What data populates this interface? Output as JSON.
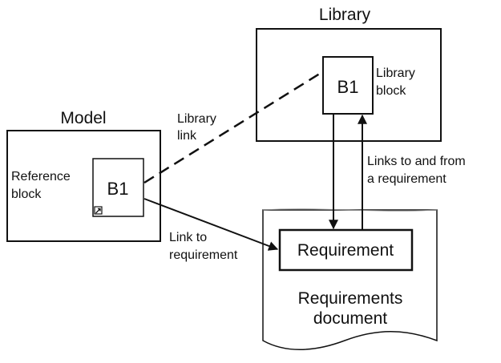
{
  "library": {
    "title": "Library",
    "block_name": "B1",
    "block_label": [
      "Library",
      "block"
    ]
  },
  "model": {
    "title": "Model",
    "block_name": "B1",
    "block_label": [
      "Reference",
      "block"
    ]
  },
  "library_link": [
    "Library",
    "link"
  ],
  "links_requirement": [
    "Links to and from",
    "a requirement"
  ],
  "link_to_requirement": [
    "Link to",
    "requirement"
  ],
  "requirement": "Requirement",
  "document_label": [
    "Requirements",
    "document"
  ]
}
